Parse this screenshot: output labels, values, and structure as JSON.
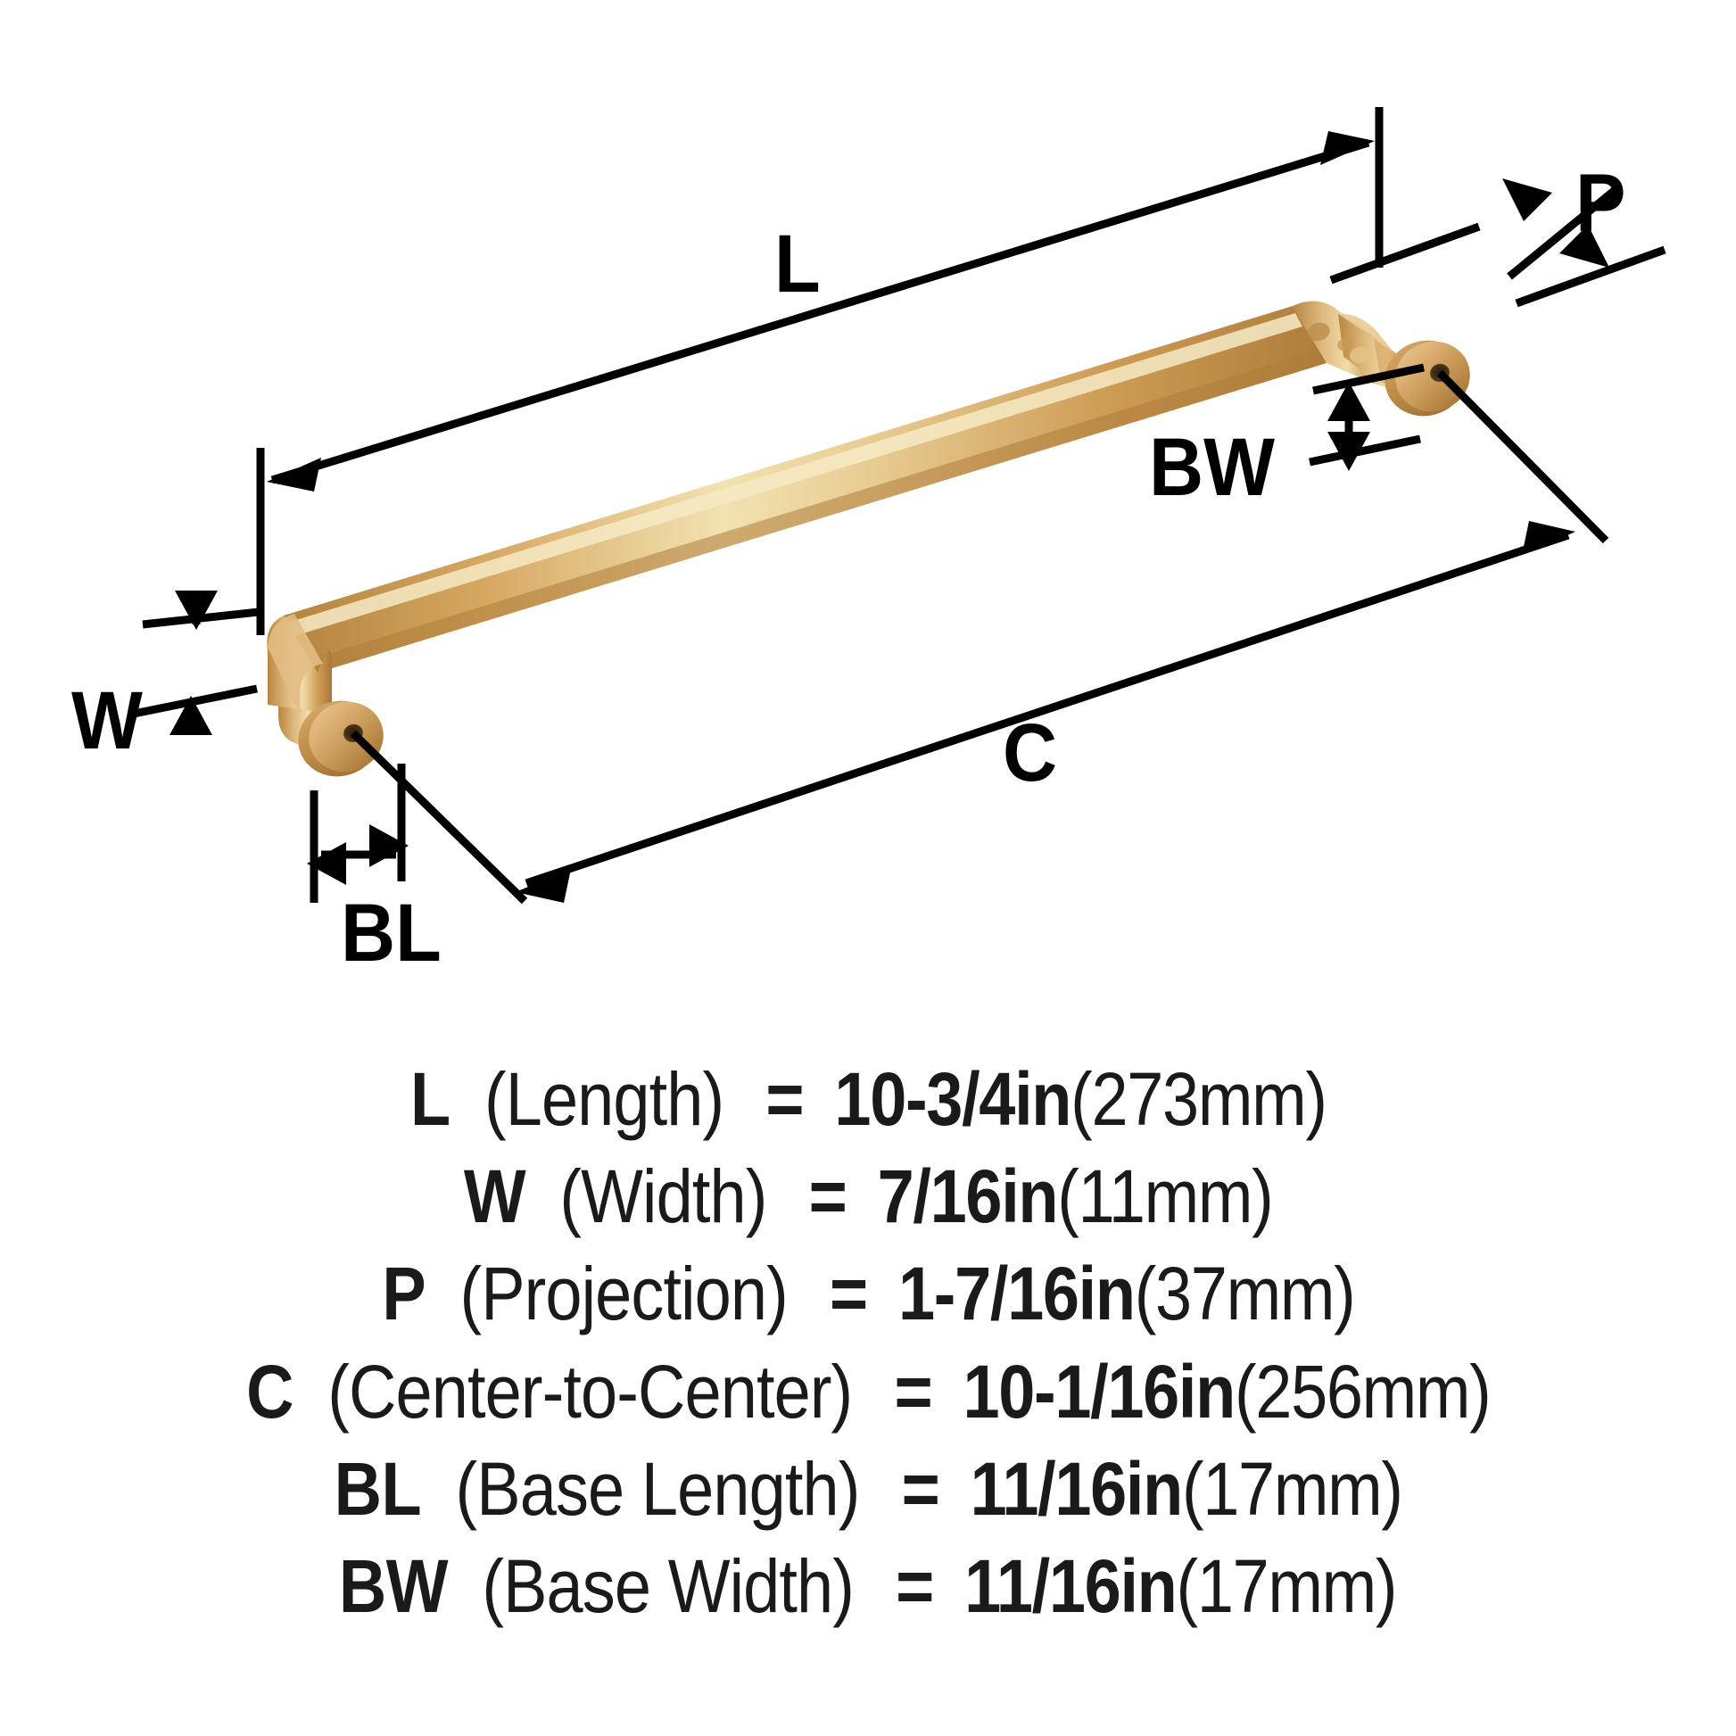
{
  "product": {
    "type": "cabinet-pull-handle",
    "finish_color": "#D4A259"
  },
  "diagram": {
    "labels": {
      "length": "L",
      "projection": "P",
      "base_width": "BW",
      "width": "W",
      "center_to_center": "C",
      "base_length": "BL"
    }
  },
  "specs": [
    {
      "symbol": "L",
      "description": "(Length)",
      "equals": "=",
      "value": "10-3/4in",
      "metric": "(273mm)"
    },
    {
      "symbol": "W",
      "description": "(Width)",
      "equals": "=",
      "value": "7/16in",
      "metric": "(11mm)"
    },
    {
      "symbol": "P",
      "description": "(Projection)",
      "equals": "=",
      "value": "1-7/16in",
      "metric": "(37mm)"
    },
    {
      "symbol": "C",
      "description": "(Center-to-Center)",
      "equals": "=",
      "value": "10-1/16in",
      "metric": "(256mm)"
    },
    {
      "symbol": "BL",
      "description": "(Base Length)",
      "equals": "=",
      "value": "11/16in",
      "metric": "(17mm)"
    },
    {
      "symbol": "BW",
      "description": "(Base Width)",
      "equals": "=",
      "value": "11/16in",
      "metric": "(17mm)"
    }
  ],
  "colors": {
    "line": "#000000",
    "background": "#ffffff",
    "bar_light": "#F2E0AE",
    "bar_mid": "#D9AE64",
    "bar_dark": "#B98A43",
    "base_light": "#E4C086",
    "base_dark": "#BC8C46"
  }
}
